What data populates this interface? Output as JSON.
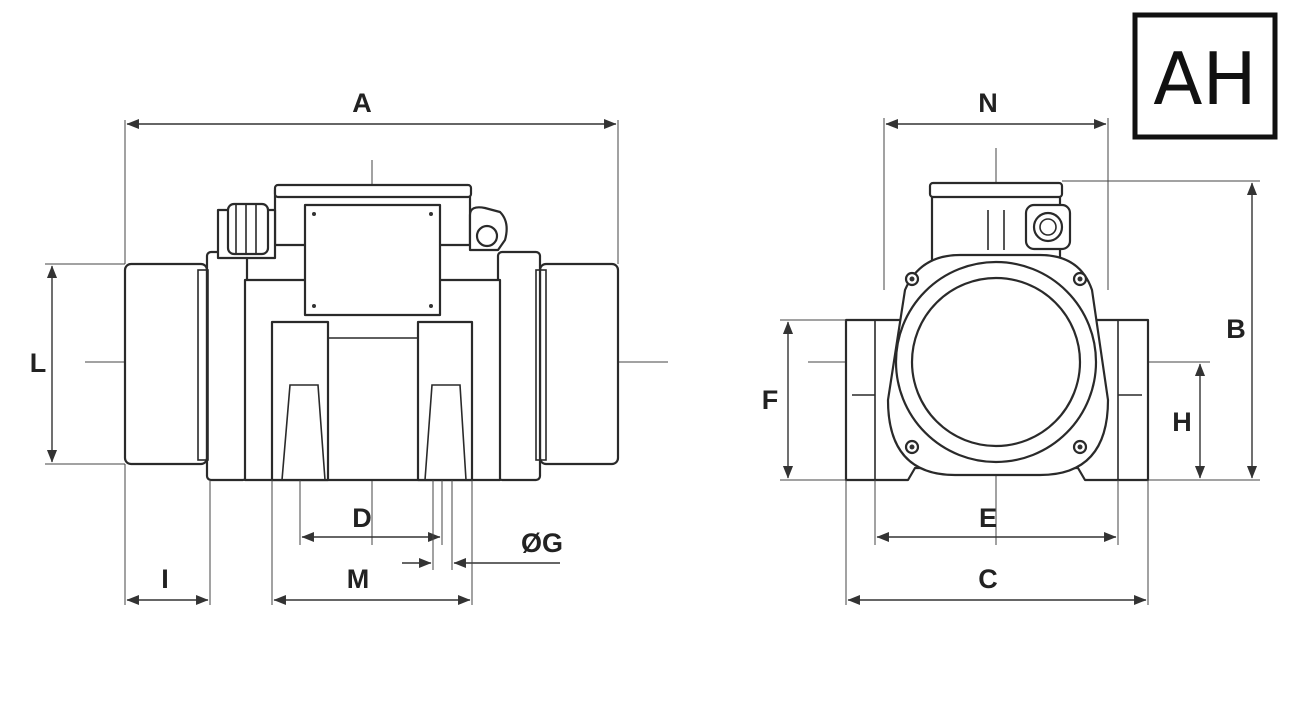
{
  "logo": {
    "text": "AH"
  },
  "dimensions": {
    "A": "A",
    "B": "B",
    "C": "C",
    "D": "D",
    "E": "E",
    "F": "F",
    "G": "ØG",
    "H": "H",
    "I": "I",
    "L": "L",
    "M": "M",
    "N": "N"
  }
}
